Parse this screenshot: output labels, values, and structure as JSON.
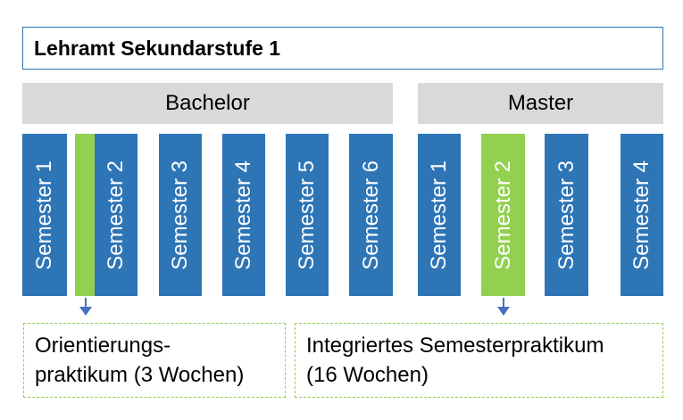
{
  "title": "Lehramt Sekundarstufe 1",
  "phases": {
    "bachelor": "Bachelor",
    "master": "Master"
  },
  "bachelor_semesters": [
    "Semester 1",
    "Semester 2",
    "Semester 3",
    "Semester 4",
    "Semester 5",
    "Semester 6"
  ],
  "master_semesters": [
    "Semester 1",
    "Semester 2",
    "Semester 3",
    "Semester 4"
  ],
  "notes": {
    "orientation": {
      "line1": "Orientierungs-",
      "line2": "praktikum (3 Wochen)"
    },
    "semester_practicum": {
      "line1": "Integriertes Semesterpraktikum",
      "line2": "(16 Wochen)"
    }
  },
  "colors": {
    "semester_blue": "#2E75B6",
    "practicum_green": "#92D050",
    "phase_gray": "#D9D9D9",
    "arrow_blue": "#4472C4"
  }
}
